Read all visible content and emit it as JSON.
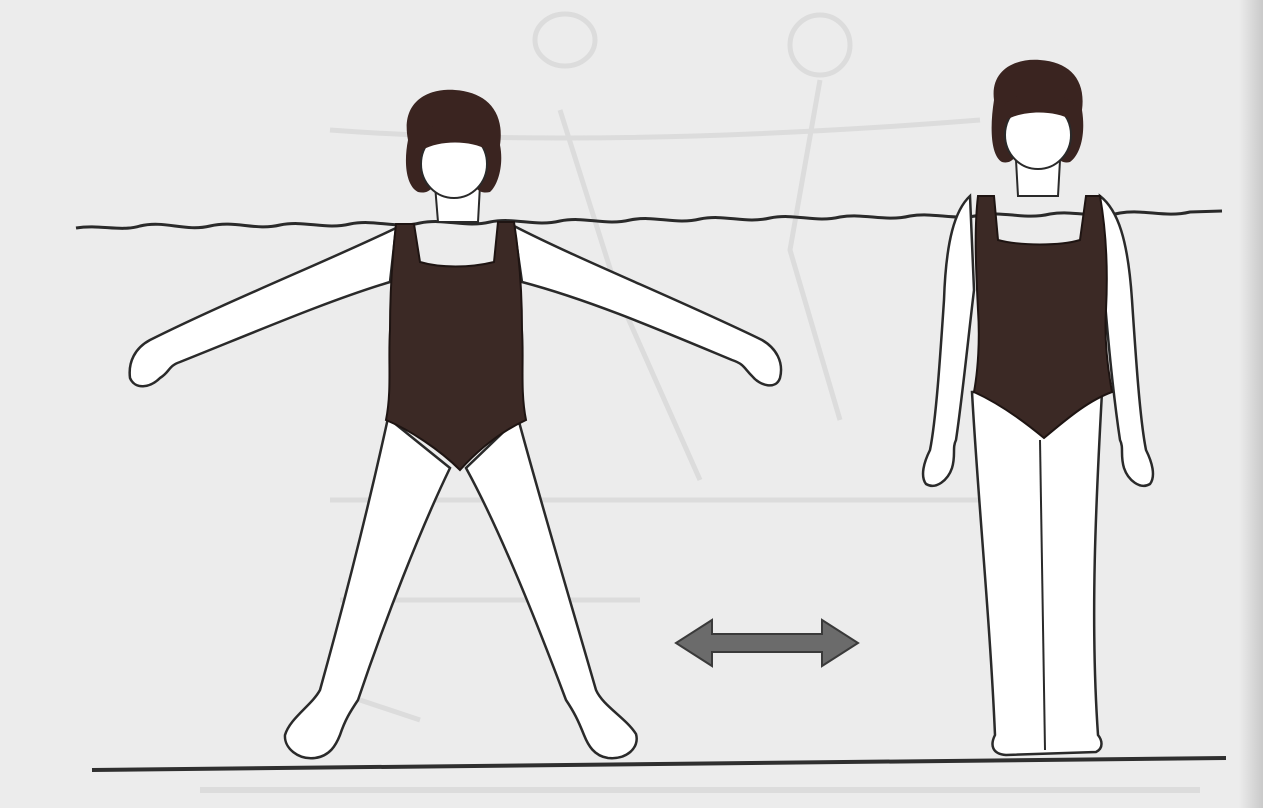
{
  "illustration": {
    "figures": [
      {
        "pose": "arms-and-legs-spread",
        "icon": "person-star-jump-icon"
      },
      {
        "pose": "standing-arms-down",
        "icon": "person-standing-icon"
      }
    ],
    "arrow": {
      "icon": "double-headed-arrow-icon",
      "direction": "horizontal"
    },
    "water_line": {
      "icon": "wavy-water-line-icon"
    },
    "pool_floor": {
      "icon": "floor-line-icon"
    }
  },
  "colors": {
    "background": "#ececec",
    "swimsuit": "#3b2925",
    "hair": "#3a2420",
    "outline": "#2a2a2a",
    "ghost": "#dddddd"
  }
}
